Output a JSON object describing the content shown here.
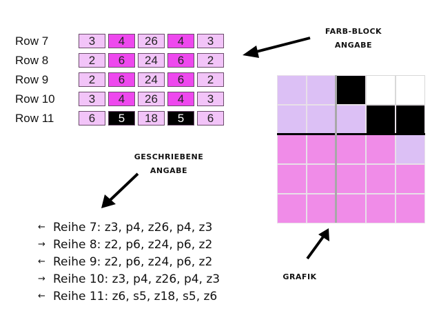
{
  "labels": {
    "color_block": [
      "FARB-BLOCK",
      "ANGABE"
    ],
    "written": [
      "GESCHRIEBENE",
      "ANGABE"
    ],
    "graphic": "GRAFIK"
  },
  "colors": {
    "z_light": "#f2c4f8",
    "p_magenta": "#ee48ee",
    "s_black": "#000000",
    "grid_lavender": "#dcc0f5",
    "grid_pink": "#f08ce8"
  },
  "color_block_rows": [
    {
      "label": "Row 7",
      "cells": [
        {
          "v": "3",
          "c": "z"
        },
        {
          "v": "4",
          "c": "p"
        },
        {
          "v": "26",
          "c": "z"
        },
        {
          "v": "4",
          "c": "p"
        },
        {
          "v": "3",
          "c": "z"
        }
      ]
    },
    {
      "label": "Row 8",
      "cells": [
        {
          "v": "2",
          "c": "z"
        },
        {
          "v": "6",
          "c": "p"
        },
        {
          "v": "24",
          "c": "z"
        },
        {
          "v": "6",
          "c": "p"
        },
        {
          "v": "2",
          "c": "z"
        }
      ]
    },
    {
      "label": "Row 9",
      "cells": [
        {
          "v": "2",
          "c": "z"
        },
        {
          "v": "6",
          "c": "p"
        },
        {
          "v": "24",
          "c": "z"
        },
        {
          "v": "6",
          "c": "p"
        },
        {
          "v": "2",
          "c": "z"
        }
      ]
    },
    {
      "label": "Row 10",
      "cells": [
        {
          "v": "3",
          "c": "z"
        },
        {
          "v": "4",
          "c": "p"
        },
        {
          "v": "26",
          "c": "z"
        },
        {
          "v": "4",
          "c": "p"
        },
        {
          "v": "3",
          "c": "z"
        }
      ]
    },
    {
      "label": "Row 11",
      "cells": [
        {
          "v": "6",
          "c": "z"
        },
        {
          "v": "5",
          "c": "s"
        },
        {
          "v": "18",
          "c": "z"
        },
        {
          "v": "5",
          "c": "s"
        },
        {
          "v": "6",
          "c": "z"
        }
      ]
    }
  ],
  "written_rows": [
    {
      "dir": "left",
      "text": "Reihe 7: z3, p4, z26, p4, z3"
    },
    {
      "dir": "right",
      "text": "Reihe 8: z2, p6, z24, p6, z2"
    },
    {
      "dir": "left",
      "text": "Reihe 9: z2, p6, z24, p6, z2"
    },
    {
      "dir": "right",
      "text": "Reihe 10: z3, p4, z26, p4, z3"
    },
    {
      "dir": "left",
      "text": "Reihe 11: z6, s5, z18, s5, z6"
    }
  ],
  "graphic_grid": [
    [
      "L",
      "L",
      "B",
      "W",
      "W"
    ],
    [
      "L",
      "L",
      "L",
      "B",
      "B"
    ],
    [
      "P",
      "P",
      "P",
      "P",
      "L"
    ],
    [
      "P",
      "P",
      "P",
      "P",
      "P"
    ],
    [
      "P",
      "P",
      "P",
      "P",
      "P"
    ]
  ]
}
